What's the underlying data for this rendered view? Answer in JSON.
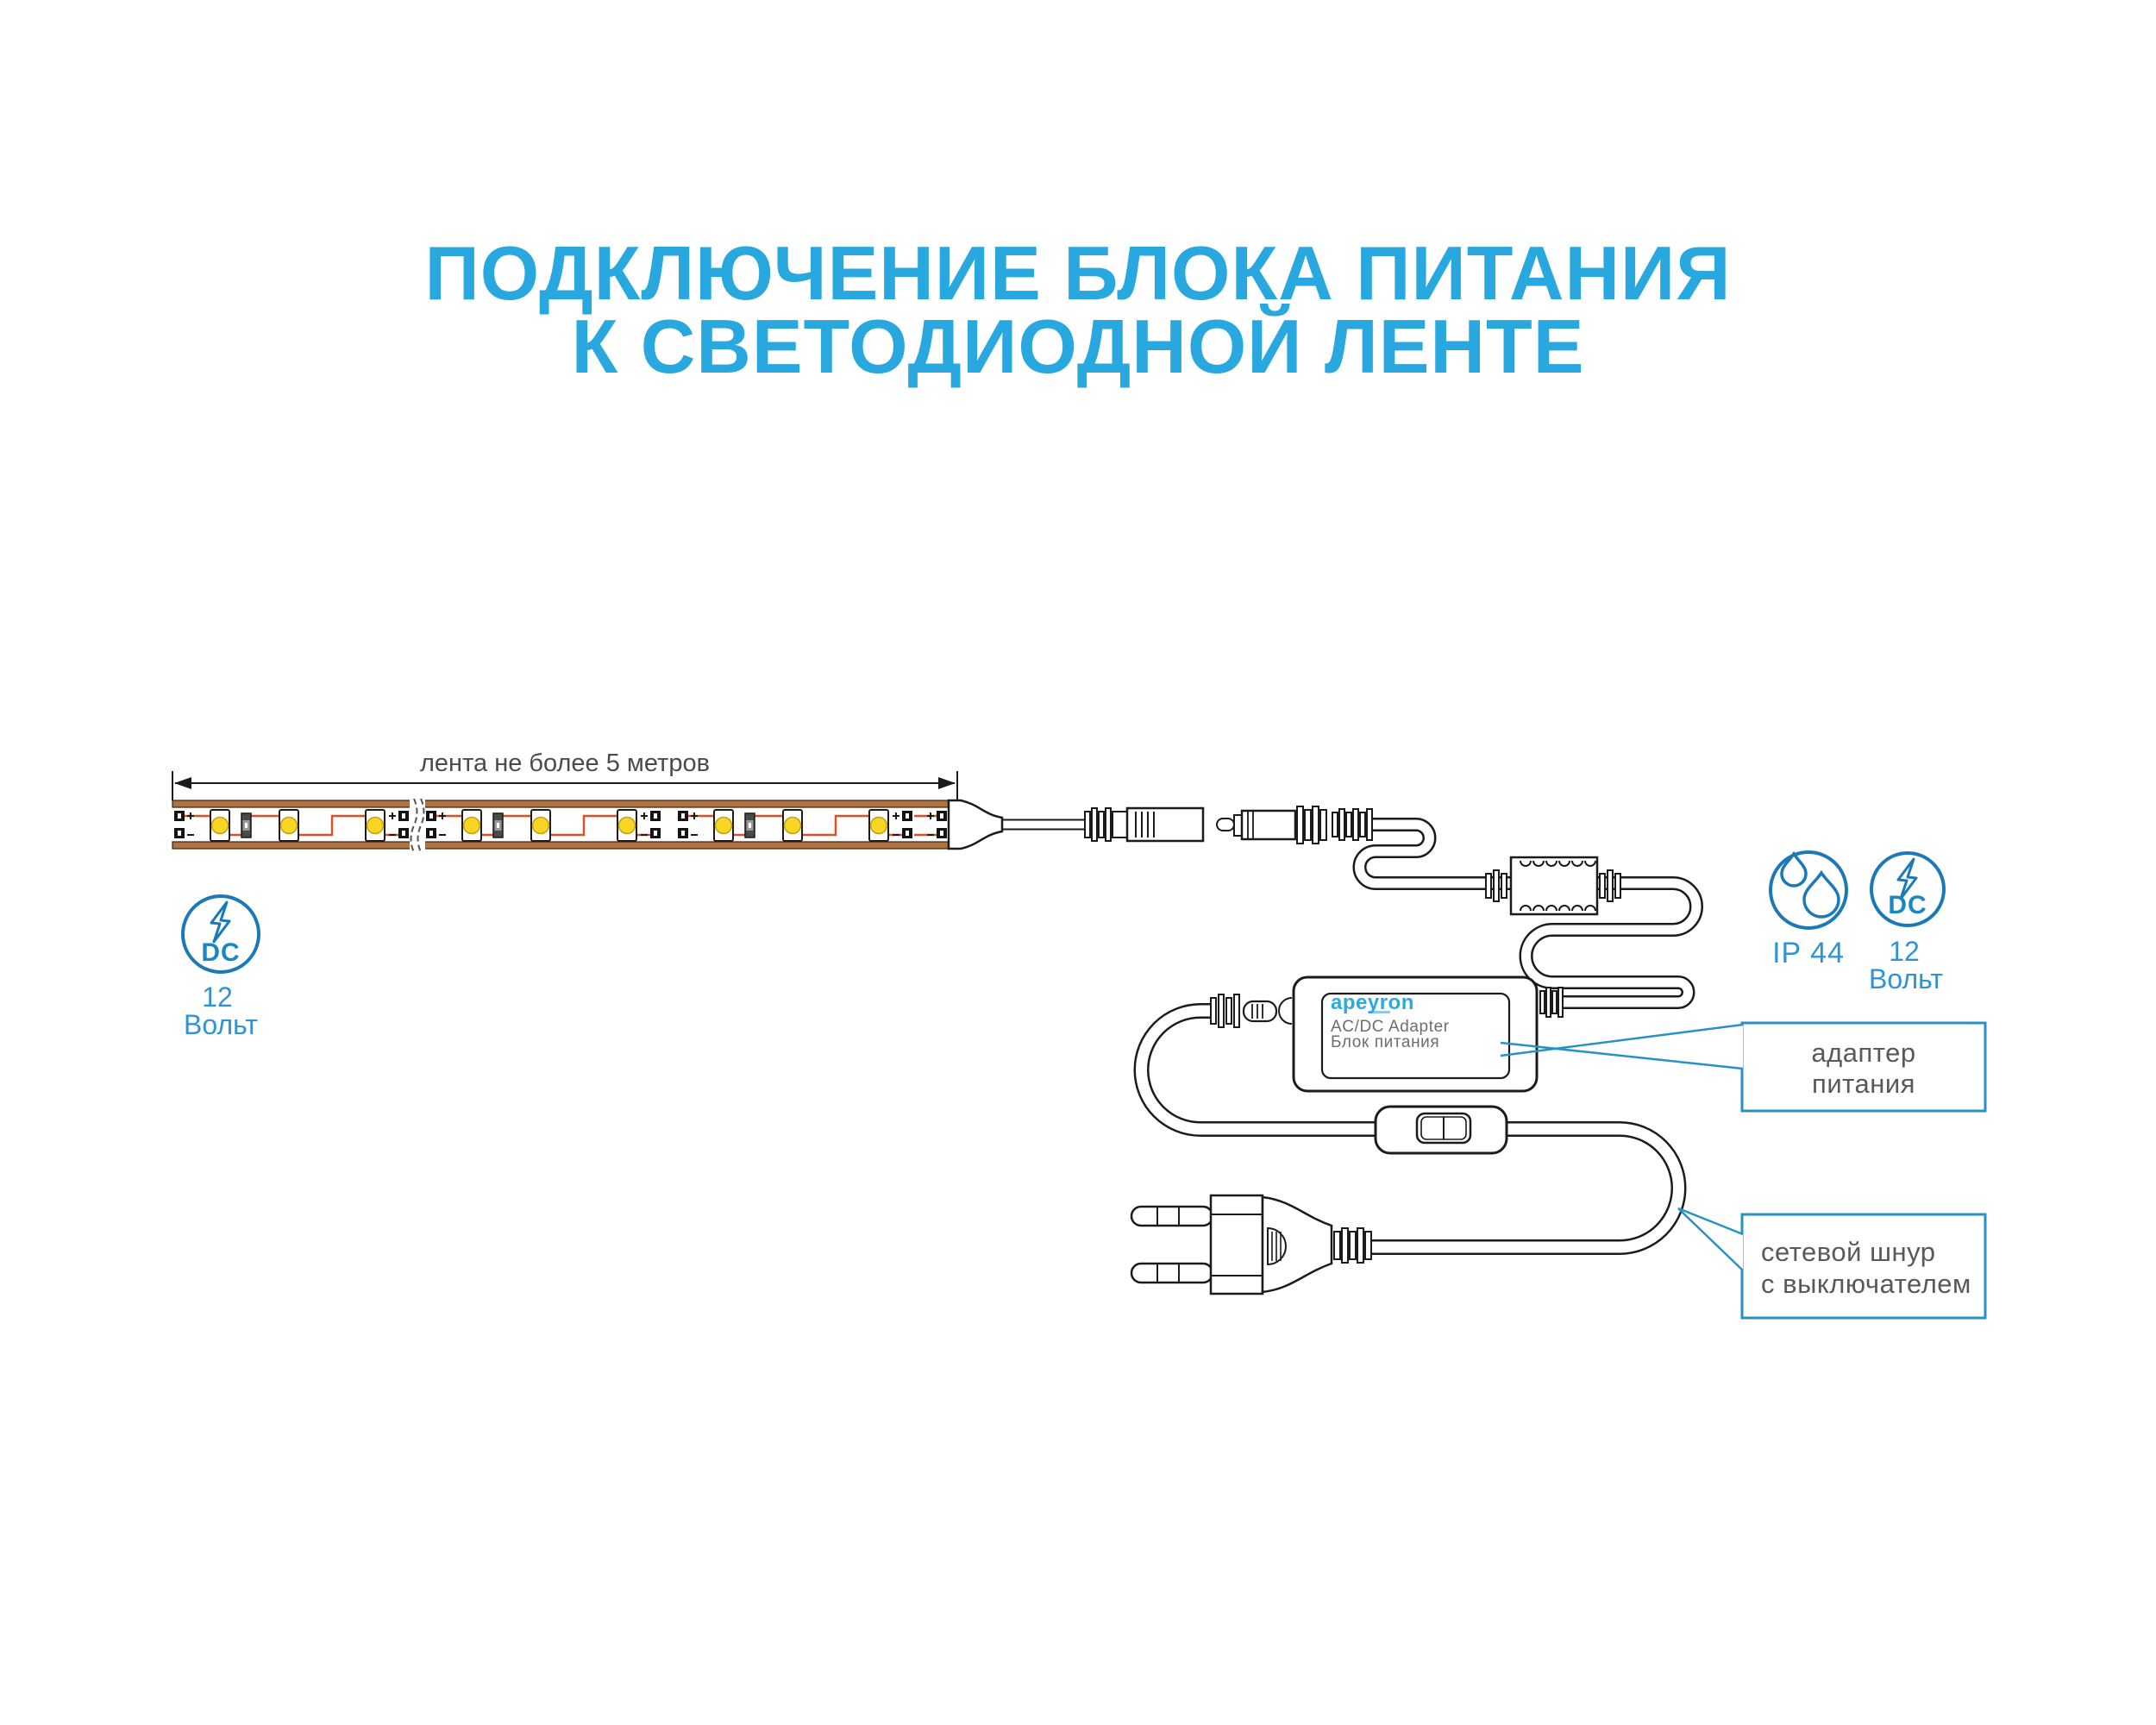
{
  "title": {
    "line1": "ПОДКЛЮЧЕНИЕ БЛОКА ПИТАНИЯ",
    "line2": "К СВЕТОДИОДНОЙ ЛЕНТЕ"
  },
  "led_strip": {
    "dimension_label": "лента не более 5 метров",
    "polarity_plus": "+",
    "polarity_minus": "-"
  },
  "badges": {
    "dc_left": {
      "abbr": "DC",
      "value": "12",
      "unit": "Вольт"
    },
    "ip_rating": {
      "label": "IP 44"
    },
    "dc_right": {
      "abbr": "DC",
      "value": "12",
      "unit": "Вольт"
    }
  },
  "adapter": {
    "brand": "apeyron",
    "line1": "AC/DC Adapter",
    "line2": "Блок питания"
  },
  "callouts": {
    "adapter": {
      "line1": "адаптер",
      "line2": "питания"
    },
    "power_cord": {
      "line1": "сетевой шнур",
      "line2": "с выключателем"
    }
  },
  "colors": {
    "title_blue": "#29A8E0",
    "icon_stroke_blue": "#1B79B8",
    "icon_label_blue": "#3094D4",
    "callout_border_blue": "#2792C3",
    "label_gray": "#58595B",
    "line_black": "#1B1B1B",
    "trace_orange": "#D9502A",
    "strip_border_brown": "#AF7342",
    "led_yellow": "#F7D724",
    "brand_blue": "#29ABE2"
  }
}
